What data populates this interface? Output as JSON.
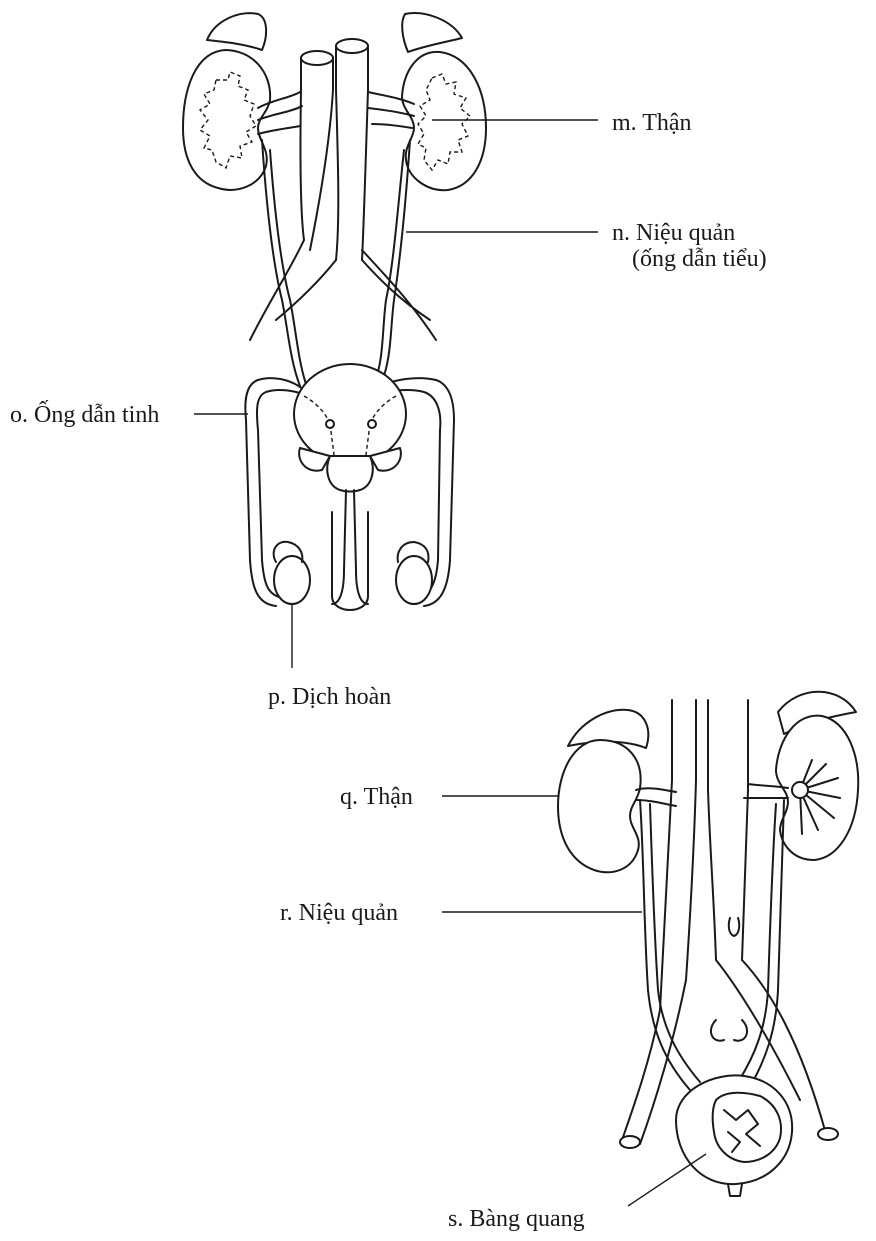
{
  "male_system": {
    "labels": {
      "m": "m. Thận",
      "n_line1": "n. Niệu quản",
      "n_line2": "(ống dẫn tiểu)",
      "o": "o. Ống dẫn tinh",
      "p": "p. Dịch hoàn"
    }
  },
  "urinary_system": {
    "labels": {
      "q": "q. Thận",
      "r": "r. Niệu quản",
      "s": "s. Bàng quang"
    }
  }
}
